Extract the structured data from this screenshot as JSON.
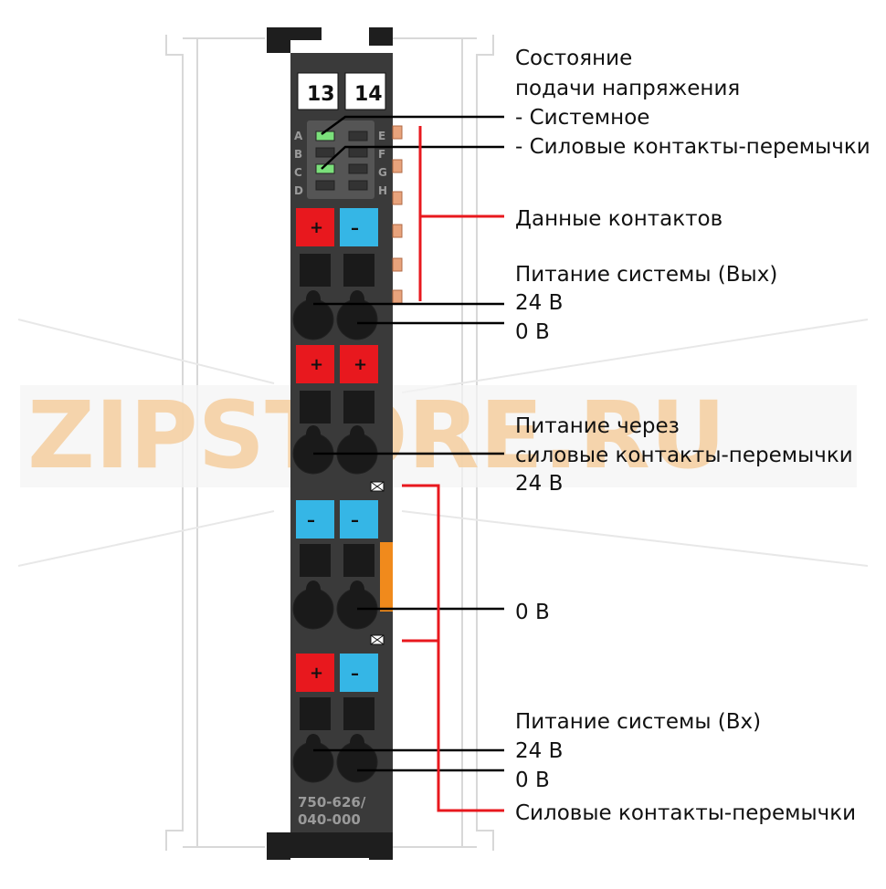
{
  "module": {
    "terminal_numbers": [
      "13",
      "14"
    ],
    "led_letters_left": [
      "A",
      "B",
      "C",
      "D"
    ],
    "led_letters_right": [
      "E",
      "F",
      "G",
      "H"
    ],
    "model_line1": "750-626/",
    "model_line2": "040-000",
    "plus_sign": "+",
    "minus_sign": "–"
  },
  "labels": {
    "status_title_line1": "Состояние",
    "status_title_line2": "подачи напряжения",
    "status_system": "- Системное",
    "status_power_jumper": "- Силовые контакты-перемычки",
    "data_contacts": "Данные контактов",
    "system_out_title": "Питание системы (Вых)",
    "system_out_24v": "24 В",
    "system_out_0v": "0 В",
    "power_via_line1": "Питание через",
    "power_via_line2": "силовые контакты-перемычки",
    "power_via_24v": "24 В",
    "power_0v": "0 В",
    "system_in_title": "Питание системы (Вх)",
    "system_in_24v": "24 В",
    "system_in_0v": "0 В",
    "power_jumper_contacts": "Силовые контакты-перемычки"
  },
  "watermark": "ZIPSTORE.RU",
  "colors": {
    "housing": "#3a3a3a",
    "housing_dark": "#1a1a1a",
    "red": "#e8181e",
    "blue": "#35b6e6",
    "led_green": "#7be07b",
    "copper": "#e8a37c",
    "orange": "#f08a1c",
    "bracket_red": "#e8181e",
    "watermark_orange": "#f5cfa0",
    "watermark_gray": "#d0d0d0"
  }
}
